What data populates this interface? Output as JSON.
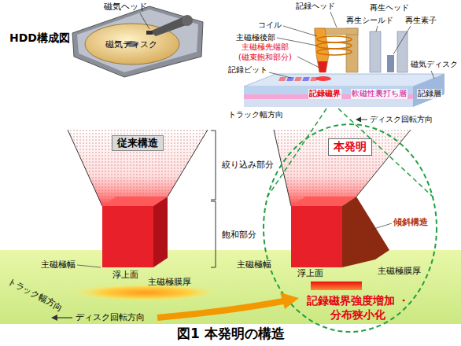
{
  "diagram": {
    "caption": "図1 本発明の構造",
    "nodes": [
      {
        "text": [
          "従来構造"
        ]
      },
      {
        "text": [
          "本発明"
        ]
      }
    ],
    "labels": [
      "HDD構成図",
      "磁気ヘッド",
      "磁気ディスク",
      "記録ヘッド",
      "再生ヘッド",
      "コイル",
      "再生シールド",
      "再生素子",
      "主磁極後部",
      "主磁極先端部 (磁束飽和部分)",
      "記録ビット",
      "記録層",
      "記録磁界",
      "軟磁性裏打ち層",
      "トラック幅方向",
      "磁気ディスク",
      "ディスク回転方向",
      "絞り込み部分",
      "飽和部分",
      "主磁極幅",
      "浮上面",
      "主磁極膜厚",
      "主磁極幅",
      "浮上面",
      "傾斜構造",
      "主磁極膜厚",
      "トラック幅方向",
      "ディスク回転方向",
      "記録磁界強度増加 ・分布狭小化"
    ]
  }
}
